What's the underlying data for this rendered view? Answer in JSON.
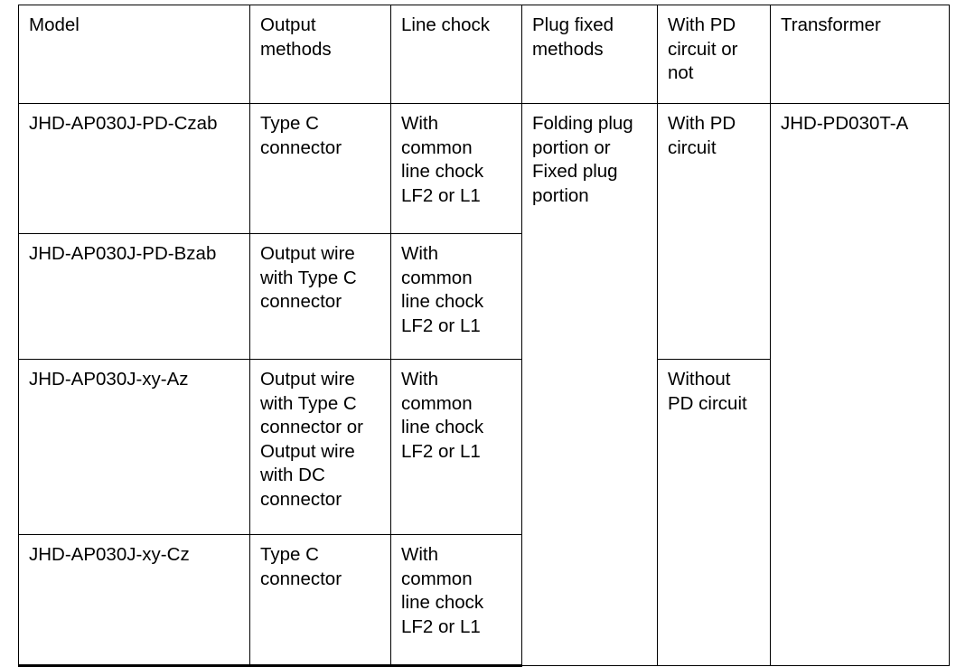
{
  "table": {
    "columns": [
      {
        "key": "model",
        "label": "Model"
      },
      {
        "key": "output",
        "label": "Output\nmethods"
      },
      {
        "key": "chock",
        "label": "Line chock"
      },
      {
        "key": "plug",
        "label": "Plug fixed\nmethods"
      },
      {
        "key": "pd",
        "label": "With PD\ncircuit or\nnot"
      },
      {
        "key": "transformer",
        "label": "Transformer"
      }
    ],
    "rows": [
      {
        "model": "JHD-AP030J-PD-Czab",
        "output": "Type C\nconnector",
        "chock": "With\ncommon\nline chock\nLF2 or L1",
        "plug": "Folding plug\nportion or\nFixed plug\nportion",
        "pd": "With PD\ncircuit",
        "transformer": "JHD-PD030T-A"
      },
      {
        "model": "JHD-AP030J-PD-Bzab",
        "output": "Output wire\nwith Type C\nconnector",
        "chock": "With\ncommon\nline chock\nLF2 or L1"
      },
      {
        "model": "JHD-AP030J-xy-Az",
        "output": "Output wire\nwith Type C\nconnector or\nOutput wire\nwith DC\nconnector",
        "chock": "With\ncommon\nline chock\nLF2 or L1",
        "pd": "Without\nPD circuit"
      },
      {
        "model": "JHD-AP030J-xy-Cz",
        "output": "Type C\nconnector",
        "chock": "With\ncommon\nline chock\nLF2 or L1"
      }
    ]
  }
}
